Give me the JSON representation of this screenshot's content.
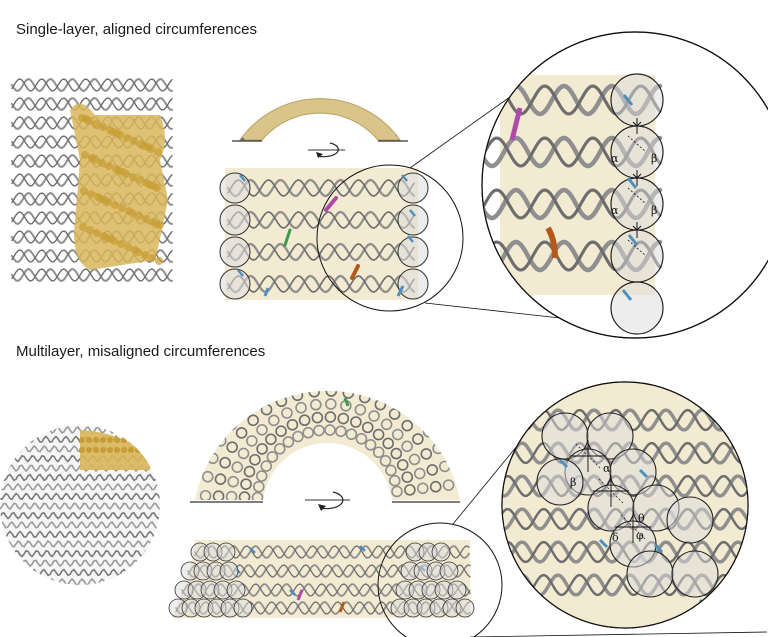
{
  "sections": [
    {
      "title": "Single-layer, aligned circumferences",
      "angle_labels": [
        "α",
        "β",
        "α",
        "β"
      ]
    },
    {
      "title": "Multilayer, misaligned circumferences",
      "angle_labels": [
        "α",
        "β",
        "θ",
        "δ",
        "φ"
      ]
    }
  ],
  "colors": {
    "helix": "#8f8f8f",
    "helix_dark": "#6d6d6d",
    "gold": "#d9b65a",
    "panel_bg": "#f3ead2",
    "circle_fill": "#dcdcdc",
    "blue_mark": "#4e8fbf",
    "magenta_mark": "#b04aa8",
    "green_mark": "#3f9a4a",
    "orange_mark": "#b35a1a"
  },
  "icons": [
    "rotation-arrow-icon",
    "rotation-arrow-icon"
  ]
}
